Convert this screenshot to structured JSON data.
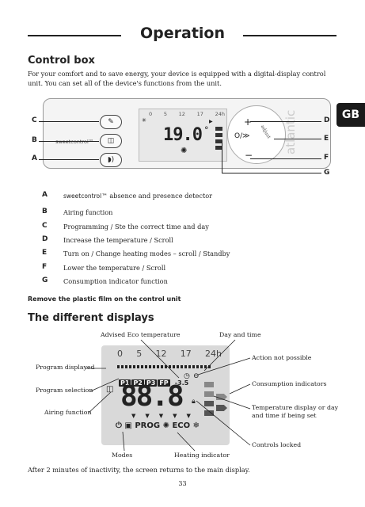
{
  "page": {
    "title": "Operation",
    "tab_label": "GB",
    "page_number": "33"
  },
  "control_box": {
    "heading": "Control box",
    "intro": "For your comfort and to save energy, your device is equipped with a digital-display control unit. You can set all of the device's functions from the unit.",
    "side_labels": {
      "C": "C",
      "B": "B",
      "A": "A",
      "D": "D",
      "E": "E",
      "F": "F",
      "G": "G"
    },
    "unit": {
      "brand_small": "sweetcontrol™",
      "brand_big": "atlantic",
      "time_ticks": [
        "0",
        "5",
        "12",
        "17",
        "24h"
      ],
      "temp_value": "19.0",
      "temp_unit": "°",
      "plus": "+",
      "minus": "−",
      "mode_symbol": "O/≫",
      "scroll_label": "adjust"
    },
    "legend": [
      {
        "letter": "A",
        "brand": "sweetcontrol™",
        "text": "absence and presence detector"
      },
      {
        "letter": "B",
        "text": "Airing function"
      },
      {
        "letter": "C",
        "text": "Programming / Ste the correct time and day"
      },
      {
        "letter": "D",
        "text": "Increase the temperature / Scroll"
      },
      {
        "letter": "E",
        "text": "Turn on / Change heating modes – scroll / Standby"
      },
      {
        "letter": "F",
        "text": "Lower the temperature / Scroll"
      },
      {
        "letter": "G",
        "text": "Consumption indicator function"
      }
    ],
    "note": "Remove the plastic film on the control unit"
  },
  "displays": {
    "heading": "The different displays",
    "callouts": {
      "advised_eco": "Advised Eco temperature",
      "day_time": "Day and time",
      "action_not_possible": "Action not possible",
      "program_displayed": "Program displayed",
      "consumption_indicators": "Consumption indicators",
      "program_selection": "Program selection",
      "temp_display": "Temperature display or day and time if being set",
      "airing_function": "Airing function",
      "controls_locked": "Controls locked",
      "modes": "Modes",
      "heating_indicator": "Heating indicator"
    },
    "screen": {
      "time_ticks": [
        "0",
        "5",
        "12",
        "17",
        "24h"
      ],
      "programs": [
        "P1",
        "P2",
        "P3",
        "FP"
      ],
      "eco_offset": "-3.5",
      "digits": "88.8",
      "mode_labels": [
        "PROG",
        "ECO"
      ]
    },
    "footer_note": "After 2 minutes of inactivity, the screen returns to the main display."
  }
}
